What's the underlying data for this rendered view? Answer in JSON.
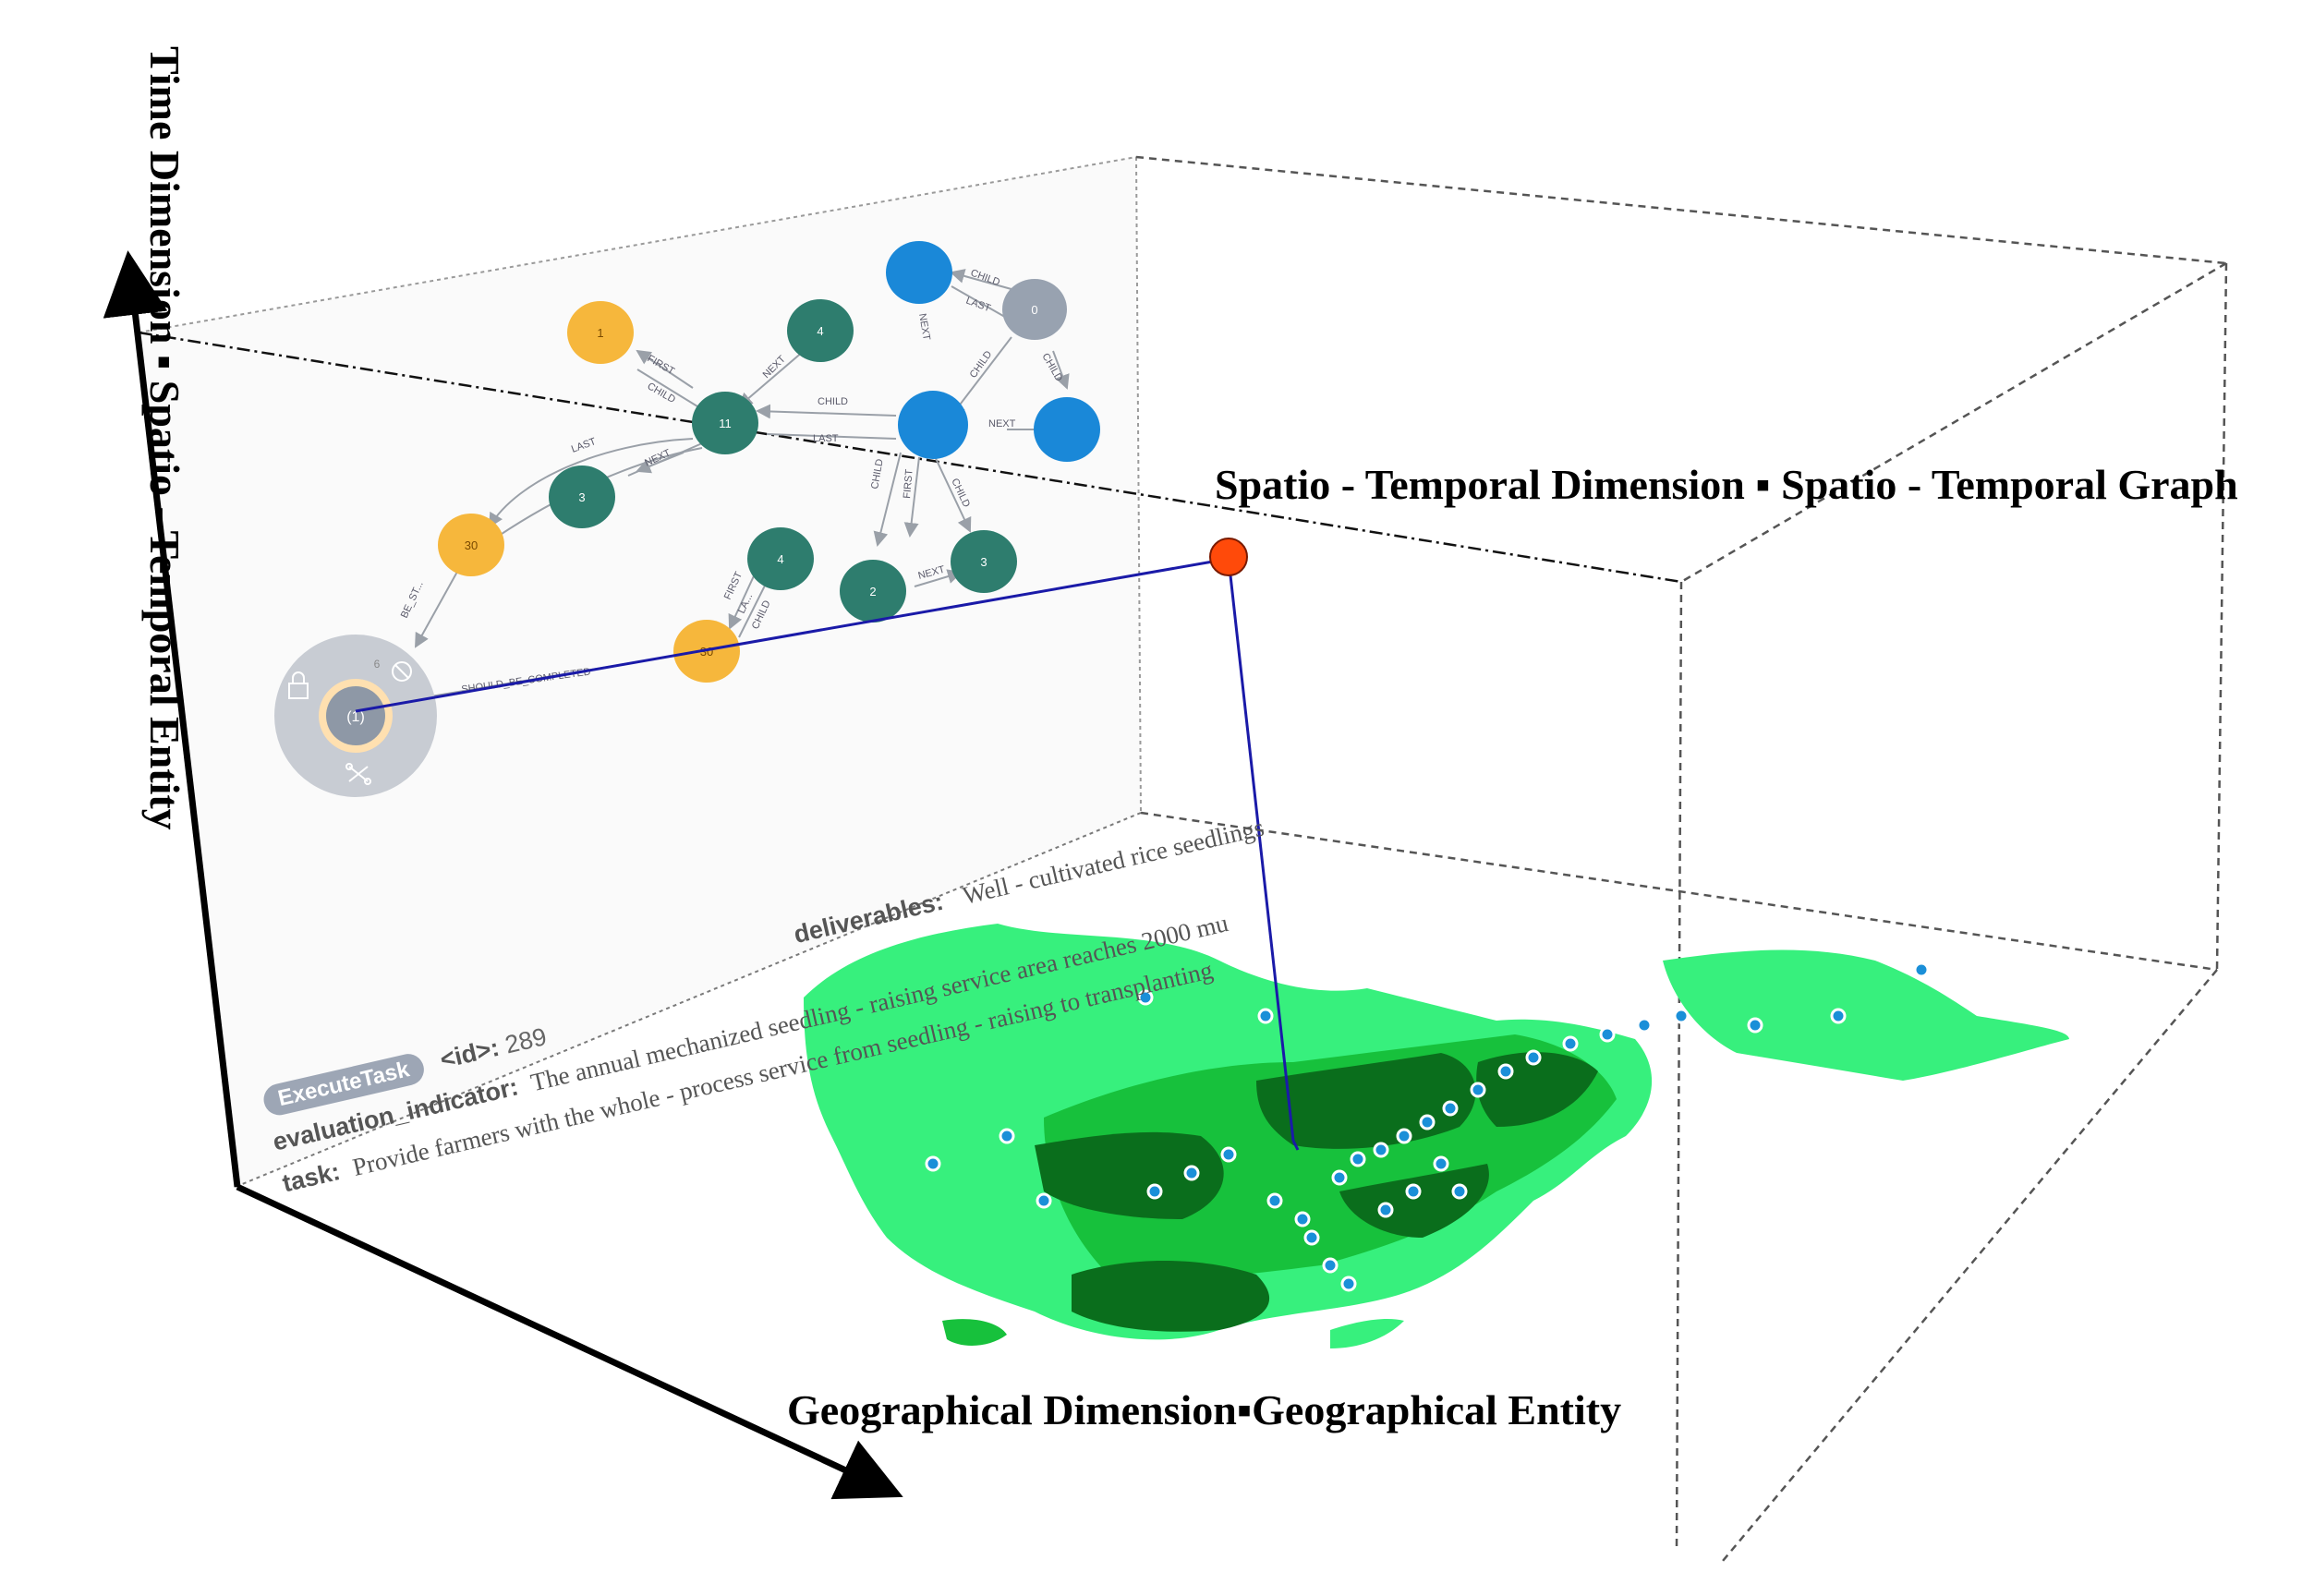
{
  "titles": {
    "time_axis": "Time Dimension ▪ Spatio - Temporal Entity",
    "spatio_temporal": "Spatio - Temporal Dimension ▪ Spatio - Temporal Graph",
    "geographical": "Geographical Dimension▪Geographical Entity"
  },
  "graph": {
    "nodes": {
      "n_top_gray": "0",
      "n_yellow_1": "1",
      "n_green_4a": "4",
      "n_green_11": "11",
      "n_green_3a": "3",
      "n_yellow_30a": "30",
      "n_green_4b": "4",
      "n_green_2": "2",
      "n_green_3b": "3",
      "n_yellow_30b": "30",
      "n_center": "(1)"
    },
    "edges": {
      "child": "CHILD",
      "last": "LAST",
      "next": "NEXT",
      "first": "FIRST",
      "la": "LA...",
      "be_st": "BE_ST...",
      "should": "SHOULD_BE_COMPLETED",
      "six": "6"
    }
  },
  "panel": {
    "badge": "ExecuteTask",
    "id_label": "<id>:",
    "id_value": "289",
    "deliverables_label": "deliverables:",
    "deliverables_value": "Well - cultivated rice seedlings",
    "evaluation_label": "evaluation_indicator:",
    "evaluation_value": "The annual mechanized seedling - raising service area reaches 2000 mu",
    "task_label": "task:",
    "task_value": "Provide farmers with the whole - process service from seedling - raising to transplanting"
  },
  "colors": {
    "yellow": "#f6b73c",
    "teal": "#2e7d6e",
    "blue": "#1a88d8",
    "gray": "#98a2b0",
    "red_node": "#ff4a0a",
    "link": "#1a1aa8",
    "map_light": "#37f07d",
    "map_mid": "#17c13c",
    "map_dark": "#0a6e1c"
  }
}
